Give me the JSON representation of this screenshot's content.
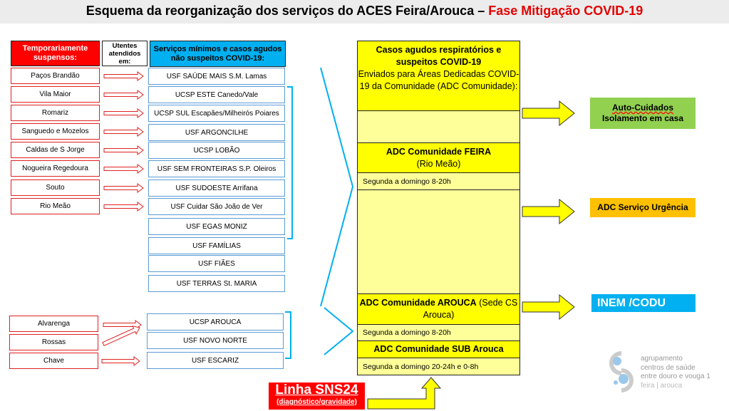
{
  "title": {
    "main": "Esquema da reorganização dos serviços do ACES  Feira/Arouca – ",
    "highlight": "Fase Mitigação COVID-19"
  },
  "headers": {
    "suspended": "Temporariamente suspensos:",
    "served_at": "Utentes atendidos em:",
    "services": "Serviços mínimos e casos agudos não suspeitos COVID-19:"
  },
  "suspended": [
    "Paços Brandão",
    "Vila Maior",
    "Romariz",
    "Sanguedo e Mozelos",
    "Caldas de S Jorge",
    "Nogueira Regedoura",
    "Souto",
    "Rio Meão"
  ],
  "services": [
    "USF SAÚDE MAIS  S.M. Lamas",
    "UCSP ESTE  Canedo/Vale",
    "UCSP SUL  Escapães/Milheirós Poiares",
    "USF ARGONCILHE",
    "UCSP LOBÃO",
    "USF SEM FRONTEIRAS  S.P. Oleiros",
    "USF SUDOESTE  Arrifana",
    "USF Cuidar São João de Ver",
    "USF EGAS MONIZ",
    "USF FAMÍLIAS",
    "USF FIÃES",
    "USF TERRAS St. MARIA"
  ],
  "suspended_arouca": [
    "Alvarenga",
    "Rossas",
    "Chave"
  ],
  "services_arouca": [
    "UCSP AROUCA",
    "USF NOVO NORTE",
    "USF ESCARIZ"
  ],
  "adc": {
    "header_bold": "Casos agudos respiratórios e suspeitos COVID-19",
    "header_text": "Enviados para Áreas Dedicadas COVID-19 da Comunidade (ADC Comunidade):",
    "feira_bold": "ADC Comunidade FEIRA",
    "feira_sub": "(Rio Meão)",
    "feira_hours": "Segunda a domingo 8-20h",
    "arouca_bold": "ADC Comunidade AROUCA",
    "arouca_sub": "(Sede CS Arouca)",
    "arouca_hours": "Segunda a domingo 8-20h",
    "sub_bold": "ADC Comunidade SUB Arouca",
    "sub_hours": "Segunda a domingo 20-24h e 0-8h"
  },
  "destinations": {
    "self_care_1": "Auto-Cuidados",
    "self_care_2": "Isolamento em casa",
    "urgency": "ADC Serviço Urgência",
    "inem": "INEM /CODU"
  },
  "sns24": {
    "title": "Linha SNS24",
    "sub": "(diagnóstico/gravidade)"
  },
  "logo": {
    "l1": "agrupamento",
    "l2": "centros de saúde",
    "l3": "entre douro e vouga 1",
    "l4": "feira | arouca"
  },
  "colors": {
    "red": "#ff0000",
    "blue": "#00b0f0",
    "yellow": "#ffff00",
    "green": "#92d050",
    "orange": "#ffc000"
  }
}
